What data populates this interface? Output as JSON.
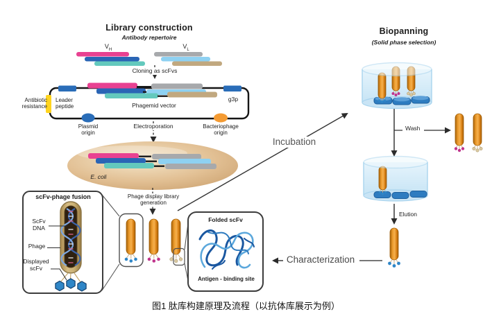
{
  "caption": "图1 肽库构建原理及流程（以抗体库展示为例）",
  "library": {
    "title": "Library construction",
    "subtitle": "Antibody repertoire",
    "vh": {
      "base": "V",
      "sub": "H"
    },
    "vl": {
      "base": "V",
      "sub": "L"
    },
    "cloning_label": "Cloning as scFvs",
    "vector": {
      "antibiotic_resistance": "Antibiotic resistance",
      "leader_peptide": "Leader peptide",
      "name": "Phagemid vector",
      "g3p": "g3p",
      "plasmid_origin": "Plasmid origin",
      "bacteriophage_origin": "Bacteriophage origin"
    },
    "electroporation_label": "Electroporation",
    "ecoli_label": "E. coli",
    "phage_display_label": "Phage display library generation"
  },
  "fusion_inset": {
    "title": "scFv-phage fusion",
    "scfv_dna": "ScFv DNA",
    "phage": "Phage",
    "displayed_scfv": "Displayed scFv"
  },
  "folded_inset": {
    "title": "Folded scFv",
    "antigen_binding": "Antigen - binding site"
  },
  "biopanning": {
    "title": "Biopanning",
    "subtitle": "(Solid phase selection)",
    "incubation": "Incubation",
    "wash": "Wash",
    "elution": "Elution",
    "characterization": "Characterization"
  },
  "colors": {
    "pink": "#e84191",
    "dark_blue": "#2a65b5",
    "teal": "#63c9bd",
    "gray": "#a7a9ac",
    "light_blue": "#8ed1f2",
    "tan": "#c1a87f",
    "yellow": "#ffd41f",
    "segment_blue": "#2a6db8",
    "origin_orange": "#f49b33",
    "antigen_blue": "#2e7cc0",
    "tip_blue": "#2f86c7",
    "tip_magenta": "#c0348c",
    "tip_tan": "#d9c9a2"
  }
}
